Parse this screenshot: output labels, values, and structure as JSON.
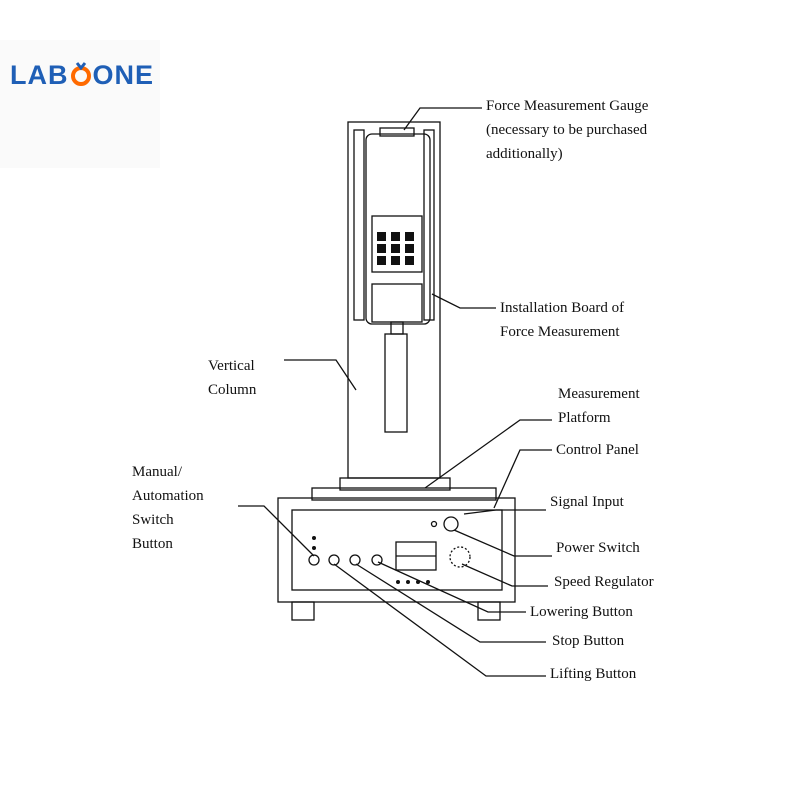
{
  "logo": {
    "text_a": "LAB",
    "text_b": "ONE"
  },
  "labels": {
    "force_gauge": "Force Measurement Gauge\n(necessary to be purchased\nadditionally)",
    "installation_board": "Installation Board of\nForce Measurement",
    "vertical_column": "Vertical\nColumn",
    "measurement_platform": "Measurement\nPlatform",
    "control_panel": "Control Panel",
    "manual_switch": "Manual/\nAutomation\nSwitch\nButton",
    "signal_input": "Signal Input",
    "power_switch": "Power Switch",
    "speed_regulator": "Speed Regulator",
    "lowering_button": "Lowering Button",
    "stop_button": "Stop Button",
    "lifting_button": "Lifting Button"
  }
}
